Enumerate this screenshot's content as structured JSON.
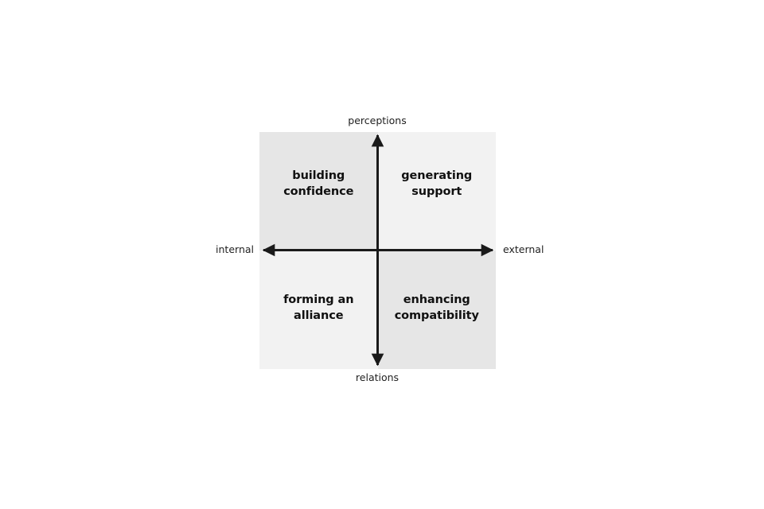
{
  "diagram": {
    "type": "2x2-matrix",
    "background_color": "#ffffff",
    "axes": {
      "vertical": {
        "top_label": "perceptions",
        "bottom_label": "relations",
        "style": "double-headed-arrow",
        "color": "#1a1a1a"
      },
      "horizontal": {
        "left_label": "internal",
        "right_label": "external",
        "style": "double-headed-arrow",
        "color": "#1a1a1a"
      }
    },
    "quadrants": [
      {
        "position": "top-left",
        "label": "building\nconfidence",
        "line1": "building",
        "line2": "confidence",
        "fill": "#e6e6e6",
        "axis_meaning": "internal / perceptions"
      },
      {
        "position": "top-right",
        "label": "generating\nsupport",
        "line1": "generating",
        "line2": "support",
        "fill": "#f2f2f2",
        "axis_meaning": "external / perceptions"
      },
      {
        "position": "bottom-left",
        "label": "forming an\nalliance",
        "line1": "forming an",
        "line2": "alliance",
        "fill": "#f2f2f2",
        "axis_meaning": "internal / relations"
      },
      {
        "position": "bottom-right",
        "label": "enhancing\ncompatibility",
        "line1": "enhancing",
        "line2": "compatibility",
        "fill": "#e6e6e6",
        "axis_meaning": "external / relations"
      }
    ]
  }
}
